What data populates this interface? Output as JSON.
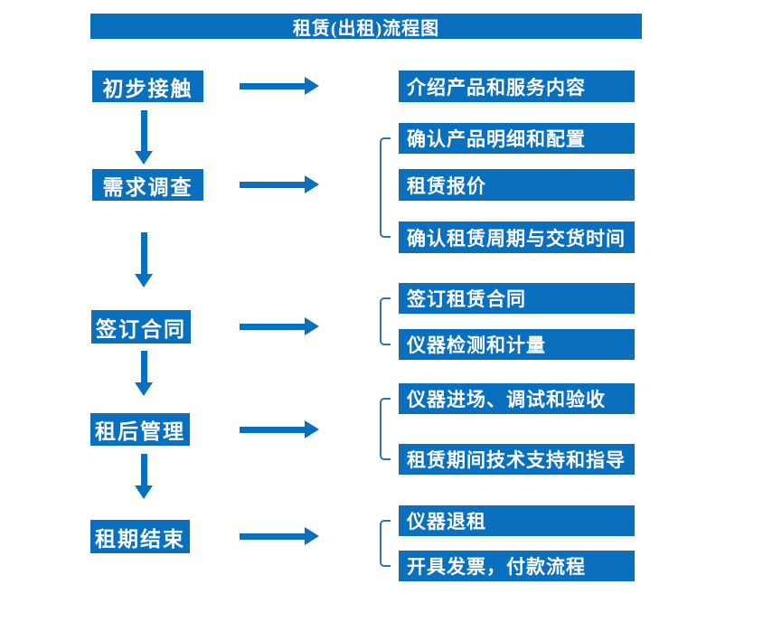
{
  "title": "租赁(出租)流程图",
  "colors": {
    "box_blue": "#0a70be",
    "bracket_blue": "#2e74b5",
    "text_on_blue": "#ffffff",
    "background": "#ffffff"
  },
  "steps": [
    {
      "label": "初步接触",
      "details": [
        "介绍产品和服务内容"
      ]
    },
    {
      "label": "需求调查",
      "details": [
        "确认产品明细和配置",
        "租赁报价",
        "确认租赁周期与交货时间"
      ]
    },
    {
      "label": "签订合同",
      "details": [
        "签订租赁合同",
        "仪器检测和计量"
      ]
    },
    {
      "label": "租后管理",
      "details": [
        "仪器进场、调试和验收",
        "租赁期间技术支持和指导"
      ]
    },
    {
      "label": "租期结束",
      "details": [
        "仪器退租",
        "开具发票，付款流程"
      ]
    }
  ]
}
